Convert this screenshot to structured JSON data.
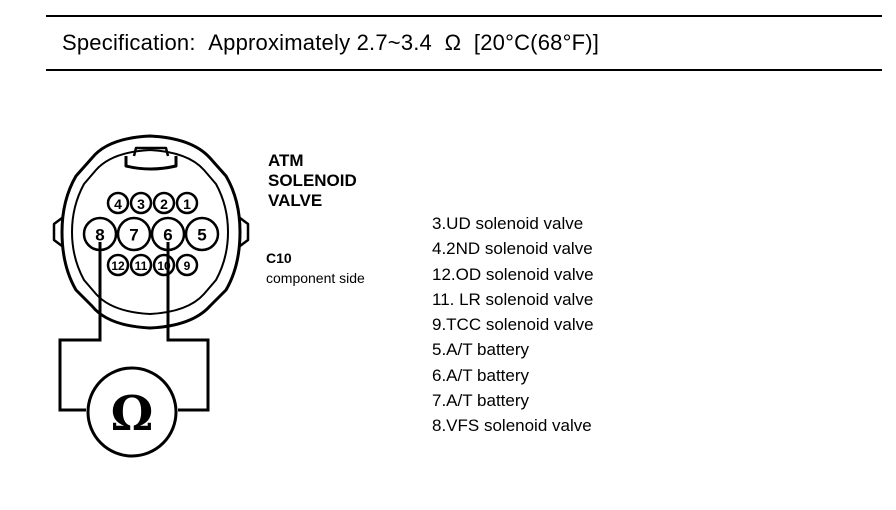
{
  "specification": {
    "label": "Specification:",
    "value": "Approximately 2.7~3.4",
    "unit": "Ω",
    "condition": "[20°C(68°F)]"
  },
  "component": {
    "title_lines": [
      "ATM",
      "SOLENOID",
      "VALVE"
    ],
    "connector_code": "C10",
    "connector_side": "component side"
  },
  "connector_pins": {
    "top_row": [
      "4",
      "3",
      "2",
      "1"
    ],
    "middle_row": [
      "8",
      "7",
      "6",
      "5"
    ],
    "bottom_row": [
      "12",
      "11",
      "10",
      "9"
    ]
  },
  "meter": {
    "symbol": "Ω"
  },
  "pin_legend": [
    "3.UD solenoid valve",
    "4.2ND solenoid valve",
    "12.OD solenoid valve",
    "11. LR solenoid valve",
    "9.TCC solenoid valve",
    "5.A/T battery",
    "6.A/T battery",
    "7.A/T battery",
    "8.VFS solenoid valve"
  ]
}
